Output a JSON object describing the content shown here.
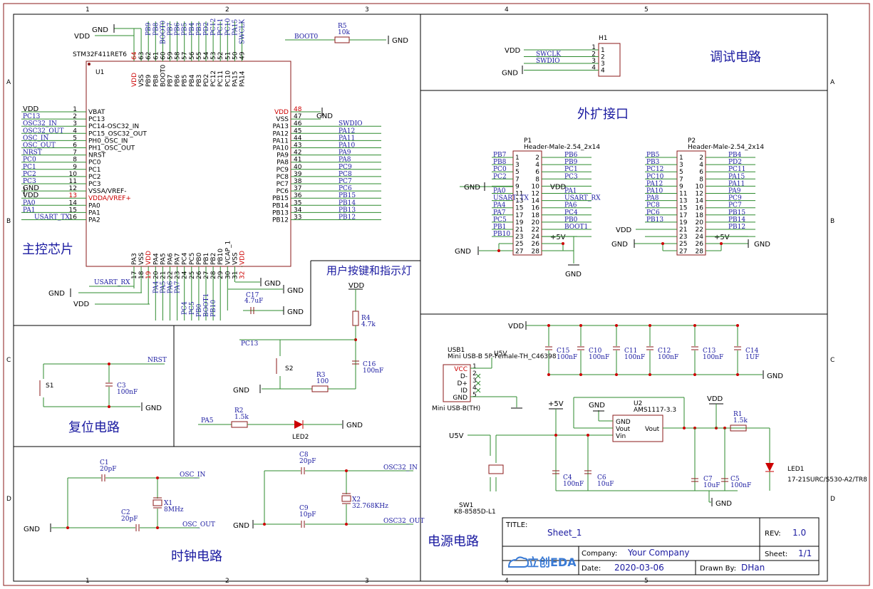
{
  "sections": {
    "main": "主控芯片",
    "debug": "调试电路",
    "ext": "外扩接口",
    "user": "用户按键和指示灯",
    "reset": "复位电路",
    "clock": "时钟电路",
    "power": "电源电路"
  },
  "grid": {
    "cols": [
      "1",
      "2",
      "3",
      "4",
      "5"
    ],
    "rows": [
      "A",
      "B",
      "C",
      "D"
    ]
  },
  "mcu": {
    "part": "STM32F411RET6",
    "ref": "U1",
    "left_pins": [
      [
        "1",
        "VBAT"
      ],
      [
        "2",
        "PC13"
      ],
      [
        "3",
        "PC14-OSC32_IN"
      ],
      [
        "4",
        "PC15_OSC32_OUT"
      ],
      [
        "5",
        "PH0_OSC_IN"
      ],
      [
        "6",
        "PH1_OSC_OUT"
      ],
      [
        "7",
        "NRST"
      ],
      [
        "8",
        "PC0"
      ],
      [
        "9",
        "PC1"
      ],
      [
        "10",
        "PC2"
      ],
      [
        "11",
        "PC3"
      ],
      [
        "12",
        "VSSA/VREF-"
      ],
      [
        "13",
        "VDDA/VREF+"
      ],
      [
        "14",
        "PA0"
      ],
      [
        "15",
        "PA1"
      ],
      [
        "16",
        "PA2"
      ]
    ],
    "left_nets": [
      "VDD",
      "PC13",
      "OSC32_IN",
      "OSC32_OUT",
      "OSC_IN",
      "OSC_OUT",
      "NRST",
      "PC0",
      "PC1",
      "PC2",
      "PC3",
      "GND",
      "VDD",
      "PA0",
      "PA1",
      "USART_TX"
    ],
    "right_pins": [
      [
        "48",
        "VDD"
      ],
      [
        "47",
        "VSS"
      ],
      [
        "46",
        "PA13"
      ],
      [
        "45",
        "PA12"
      ],
      [
        "44",
        "PA11"
      ],
      [
        "43",
        "PA10"
      ],
      [
        "42",
        "PA9"
      ],
      [
        "41",
        "PA8"
      ],
      [
        "40",
        "PC9"
      ],
      [
        "39",
        "PC8"
      ],
      [
        "38",
        "PC7"
      ],
      [
        "37",
        "PC6"
      ],
      [
        "36",
        "PB15"
      ],
      [
        "35",
        "PB14"
      ],
      [
        "34",
        "PB13"
      ],
      [
        "33",
        "PB12"
      ]
    ],
    "right_nets": [
      "",
      "GND",
      "SWDIO",
      "PA12",
      "PA11",
      "PA10",
      "PA9",
      "PA8",
      "PC9",
      "PC8",
      "PC7",
      "PC6",
      "PB15",
      "PB14",
      "PB13",
      "PB12"
    ],
    "top_pins": [
      [
        "64",
        "VDD"
      ],
      [
        "63",
        "VSS"
      ],
      [
        "62",
        "PB9"
      ],
      [
        "61",
        "PB8"
      ],
      [
        "60",
        "BOOT0"
      ],
      [
        "59",
        "PB7"
      ],
      [
        "58",
        "PB6"
      ],
      [
        "57",
        "PB5"
      ],
      [
        "56",
        "PB4"
      ],
      [
        "55",
        "PB3"
      ],
      [
        "54",
        "PD2"
      ],
      [
        "53",
        "PC12"
      ],
      [
        "52",
        "PC11"
      ],
      [
        "51",
        "PC10"
      ],
      [
        "50",
        "PA15"
      ],
      [
        "49",
        "PA14"
      ]
    ],
    "top_nets": [
      "VDD",
      "GND",
      "PB9",
      "PB8",
      "BOOT0",
      "PB7",
      "PB6",
      "PB5",
      "PB4",
      "PB3",
      "PD2",
      "PC12",
      "PC11",
      "PC10",
      "PA15",
      "SWCLK"
    ],
    "bottom_pins": [
      [
        "17",
        "PA3"
      ],
      [
        "18",
        "VSS"
      ],
      [
        "19",
        "VDD"
      ],
      [
        "20",
        "PA4"
      ],
      [
        "21",
        "PA5"
      ],
      [
        "22",
        "PA6"
      ],
      [
        "23",
        "PA7"
      ],
      [
        "24",
        "PC4"
      ],
      [
        "25",
        "PC5"
      ],
      [
        "26",
        "PB0"
      ],
      [
        "27",
        "PB1"
      ],
      [
        "28",
        "PB2"
      ],
      [
        "29",
        "PB10"
      ],
      [
        "30",
        "VCAP_1"
      ],
      [
        "31",
        "VSS"
      ],
      [
        "32",
        "VDD"
      ]
    ],
    "bottom_nets": [
      "USART_RX",
      "GND",
      "VDD",
      "PA4",
      "PA5",
      "PA6",
      "PA7",
      "PC4",
      "PC5",
      "PB0",
      "BOOT1",
      "PB10",
      "",
      "",
      "GND",
      ""
    ]
  },
  "c17": {
    "ref": "C17",
    "val": "4.7uF"
  },
  "r5": {
    "ref": "R5",
    "val": "10k",
    "net": "BOOT0"
  },
  "h1": {
    "ref": "H1",
    "nets": [
      "VDD",
      "SWCLK",
      "SWDIO",
      "GND"
    ],
    "pins": [
      "1",
      "2",
      "3",
      "4"
    ]
  },
  "p1": {
    "ref": "P1",
    "part": "Header-Male-2.54_2x14",
    "left": [
      "PB7",
      "PB8",
      "PC0",
      "PC2",
      "",
      "PA0",
      "USART_TX",
      "PA4",
      "PA7",
      "PC5",
      "PB1",
      "PB10",
      "",
      ""
    ],
    "right": [
      "PB6",
      "PB9",
      "PC1",
      "PC3",
      "VDD",
      "PA1",
      "USART_RX",
      "PA6",
      "PC4",
      "PB0",
      "BOOT1",
      "+5V",
      "",
      ""
    ]
  },
  "p2": {
    "ref": "P2",
    "part": "Header-Male-2.54_2x14",
    "left": [
      "PB5",
      "PB3",
      "PC12",
      "PC10",
      "PA12",
      "PA10",
      "PA8",
      "PC8",
      "PC6",
      "PB13",
      "",
      "VDD",
      "GND",
      ""
    ],
    "right": [
      "PB4",
      "PD2",
      "PC11",
      "PA15",
      "PA11",
      "PA9",
      "PC9",
      "PC7",
      "PB15",
      "PB14",
      "PB12",
      "+5V",
      "GND",
      ""
    ]
  },
  "user": {
    "r4": [
      "R4",
      "4.7k"
    ],
    "c16": [
      "C16",
      "100nF"
    ],
    "r3": [
      "R3",
      "100"
    ],
    "s2": "S2",
    "pc13": "PC13",
    "r2": [
      "R2",
      "1.5k"
    ],
    "led2": "LED2",
    "pa5": "PA5"
  },
  "reset": {
    "s1": "S1",
    "c3": [
      "C3",
      "100nF"
    ],
    "net": "NRST"
  },
  "clock": {
    "c1": [
      "C1",
      "20pF"
    ],
    "c2": [
      "C2",
      "20pF"
    ],
    "x1": [
      "X1",
      "8MHz"
    ],
    "osc_in": "OSC_IN",
    "osc_out": "OSC_OUT",
    "c8": [
      "C8",
      "20pF"
    ],
    "c9": [
      "C9",
      "10pF"
    ],
    "x2": [
      "X2",
      "32.768KHz"
    ],
    "osc32_in": "OSC32_IN",
    "osc32_out": "OSC32_OUT"
  },
  "power": {
    "caps": [
      [
        "C15",
        "100nF"
      ],
      [
        "C10",
        "100nF"
      ],
      [
        "C11",
        "100nF"
      ],
      [
        "C12",
        "100nF"
      ],
      [
        "C13",
        "100nF"
      ],
      [
        "C14",
        "1UF"
      ]
    ],
    "usb1": [
      "USB1",
      "Mini USB-B 5P-Female-TH_C46398",
      "Mini USB-B(TH)"
    ],
    "usb_pins": [
      "VCC",
      "D-",
      "D+",
      "ID",
      "GND"
    ],
    "u5v": "U5V",
    "p5v": "+5V",
    "u2": [
      "U2",
      "AMS1117-3.3"
    ],
    "u2pins": [
      "GND",
      "Vout",
      "Vin",
      "Vout"
    ],
    "c4": [
      "C4",
      "100nF"
    ],
    "c6": [
      "C6",
      "10uF"
    ],
    "c7": [
      "C7",
      "10uF"
    ],
    "c5": [
      "C5",
      "100nF"
    ],
    "r1": [
      "R1",
      "1.5k"
    ],
    "led1": [
      "LED1",
      "17-21SURC/S530-A2/TR8"
    ],
    "sw1": [
      "SW1",
      "K8-8585D-L1"
    ]
  },
  "title_block": {
    "title_label": "TITLE:",
    "title": "Sheet_1",
    "rev_label": "REV:",
    "rev": "1.0",
    "company_label": "Company:",
    "company": "Your Company",
    "sheet_label": "Sheet:",
    "sheet": "1/1",
    "date_label": "Date:",
    "date": "2020-03-06",
    "drawn_label": "Drawn By:",
    "drawn": "DHan",
    "logo": "立创EDA"
  },
  "nets": {
    "vdd": "VDD",
    "gnd": "GND"
  }
}
